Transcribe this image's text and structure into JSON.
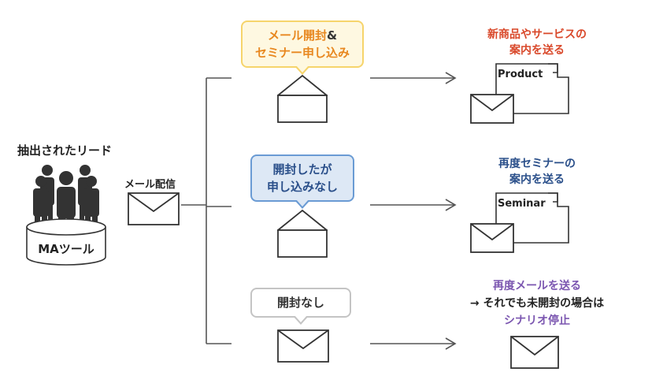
{
  "leads": {
    "title": "抽出されたリード",
    "database_label": "MAツール"
  },
  "mail_send_label": "メール配信",
  "branches": [
    {
      "bubble_line1": "メール開封",
      "bubble_amp": "&",
      "bubble_line2": "セミナー申し込み",
      "result_line1": "新商品やサービスの",
      "result_line2": "案内を送る",
      "doc_label": "Product"
    },
    {
      "bubble_line1": "開封したが",
      "bubble_line2": "申し込みなし",
      "result_line1": "再度セミナーの",
      "result_line2": "案内を送る",
      "doc_label": "Seminar"
    },
    {
      "bubble_line1": "開封なし",
      "result_line1": "再度メールを送る",
      "result_line2": "→ それでも未開封の場合は",
      "result_line3": "シナリオ停止"
    }
  ],
  "colors": {
    "line": "#555555",
    "branch1_bubble_fill": "#fef8e1",
    "branch1_bubble_border": "#f6d46b",
    "branch1_text": "#e88820",
    "branch2_bubble_fill": "#dde8f5",
    "branch2_bubble_border": "#6a9bd4",
    "branch2_text": "#2a4f8a",
    "branch3_bubble_border": "#c4c4c4",
    "result1_text": "#d9482a",
    "result2_text": "#2a4f8a",
    "result3_text": "#7b56b0",
    "icon": "#333333"
  }
}
